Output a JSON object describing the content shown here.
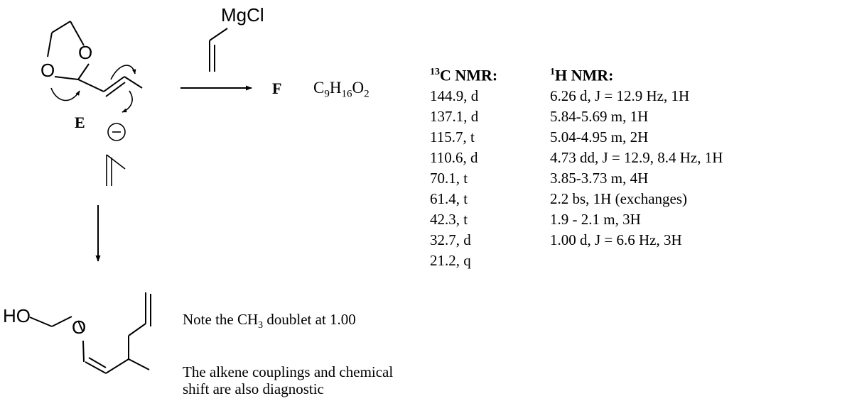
{
  "reagent": {
    "label": "MgCl"
  },
  "compound_e": {
    "label": "E",
    "anion_symbol": "⊖"
  },
  "product_f": {
    "label": "F",
    "formula_c": "C",
    "formula_c_sub": "9",
    "formula_h": "H",
    "formula_h_sub": "16",
    "formula_o": "O",
    "formula_o_sub": "2"
  },
  "structure_labels": {
    "ring_o_top": "O",
    "ring_o_left": "O",
    "ho": "HO",
    "ether_o": "O"
  },
  "note1": {
    "prefix": "Note the CH",
    "sub": "3",
    "suffix": " doublet at 1.00"
  },
  "note2": {
    "text": "The alkene couplings and chemical shift are also diagnostic"
  },
  "c13": {
    "header_sup": "13",
    "header_text": "C NMR:",
    "rows": [
      "144.9, d",
      "137.1, d",
      "115.7, t",
      "110.6, d",
      "70.1, t",
      "61.4, t",
      "42.3, t",
      "32.7, d",
      "21.2, q"
    ]
  },
  "h1": {
    "header_sup": "1",
    "header_text": "H NMR:",
    "rows": [
      "6.26 d, J = 12.9 Hz, 1H",
      "5.84-5.69  m, 1H",
      "5.04-4.95  m, 2H",
      "4.73 dd, J = 12.9, 8.4 Hz, 1H",
      "3.85-3.73 m, 4H",
      "2.2 bs, 1H (exchanges)",
      "1.9 - 2.1  m, 3H",
      "1.00 d, J  = 6.6 Hz, 3H"
    ]
  }
}
